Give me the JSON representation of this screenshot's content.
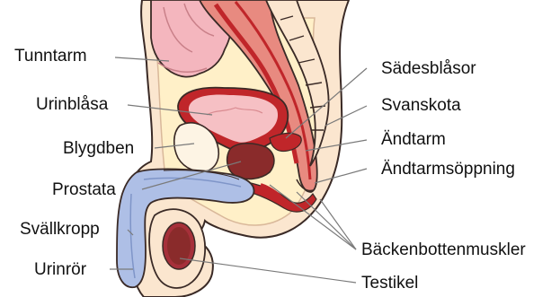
{
  "labels": {
    "tunntarm": "Tunntarm",
    "urinblasa": "Urinblåsa",
    "blygdben": "Blygdben",
    "prostata": "Prostata",
    "svallkropp": "Svällkropp",
    "urinror": "Urinrör",
    "sadesblasor": "Sädesblåsor",
    "svanskota": "Svanskota",
    "andtarm": "Ändtarm",
    "andtarmsoppning": "Ändtarmsöppning",
    "backenbottenmuskler": "Bäckenbottenmuskler",
    "testikel": "Testikel"
  },
  "colors": {
    "outline": "#3a2a26",
    "skin": "#fbe6cf",
    "fat": "#fff0c8",
    "intestine": "#f4b6be",
    "rectum": "#e88a80",
    "muscle": "#c0262a",
    "bladder": "#f6c0c4",
    "blue": "#aebfe6",
    "prostate": "#8a2b2b",
    "leader": "#7a7a7a"
  }
}
